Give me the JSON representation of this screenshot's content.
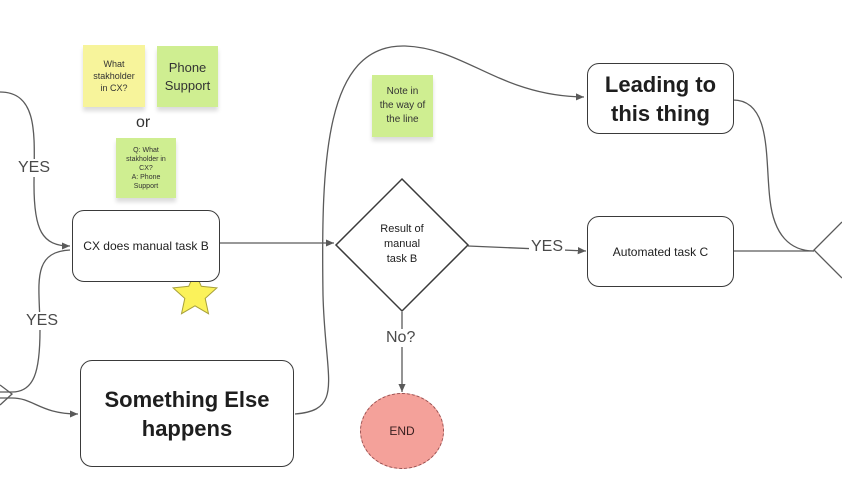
{
  "colors": {
    "sticky_yellow": "#f7f49b",
    "sticky_green": "#cfee91",
    "end_fill": "#f4a19a",
    "star_fill": "#fbf25a",
    "line": "#5a5a5a"
  },
  "edge_labels": {
    "yes_left_top": "YES",
    "yes_left_bottom": "YES",
    "yes_right": "YES",
    "no": "No?"
  },
  "nodes": {
    "cx_task_b": "CX does manual task B",
    "something_else": "Something Else\nhappens",
    "result_manual_b": "Result of\nmanual\ntask B",
    "automated_c": "Automated task C",
    "leading_to": "Leading to\nthis thing",
    "end": "END"
  },
  "stickies": {
    "what_stakeholder": "What\nstakholder\nin CX?",
    "phone_support": "Phone\nSupport",
    "qa": "Q: What\nstakholder in\nCX?\nA: Phone\nSupport",
    "note_line": "Note in\nthe way of\nthe line"
  },
  "or_text": "or",
  "icons": {
    "star": "star-icon"
  }
}
